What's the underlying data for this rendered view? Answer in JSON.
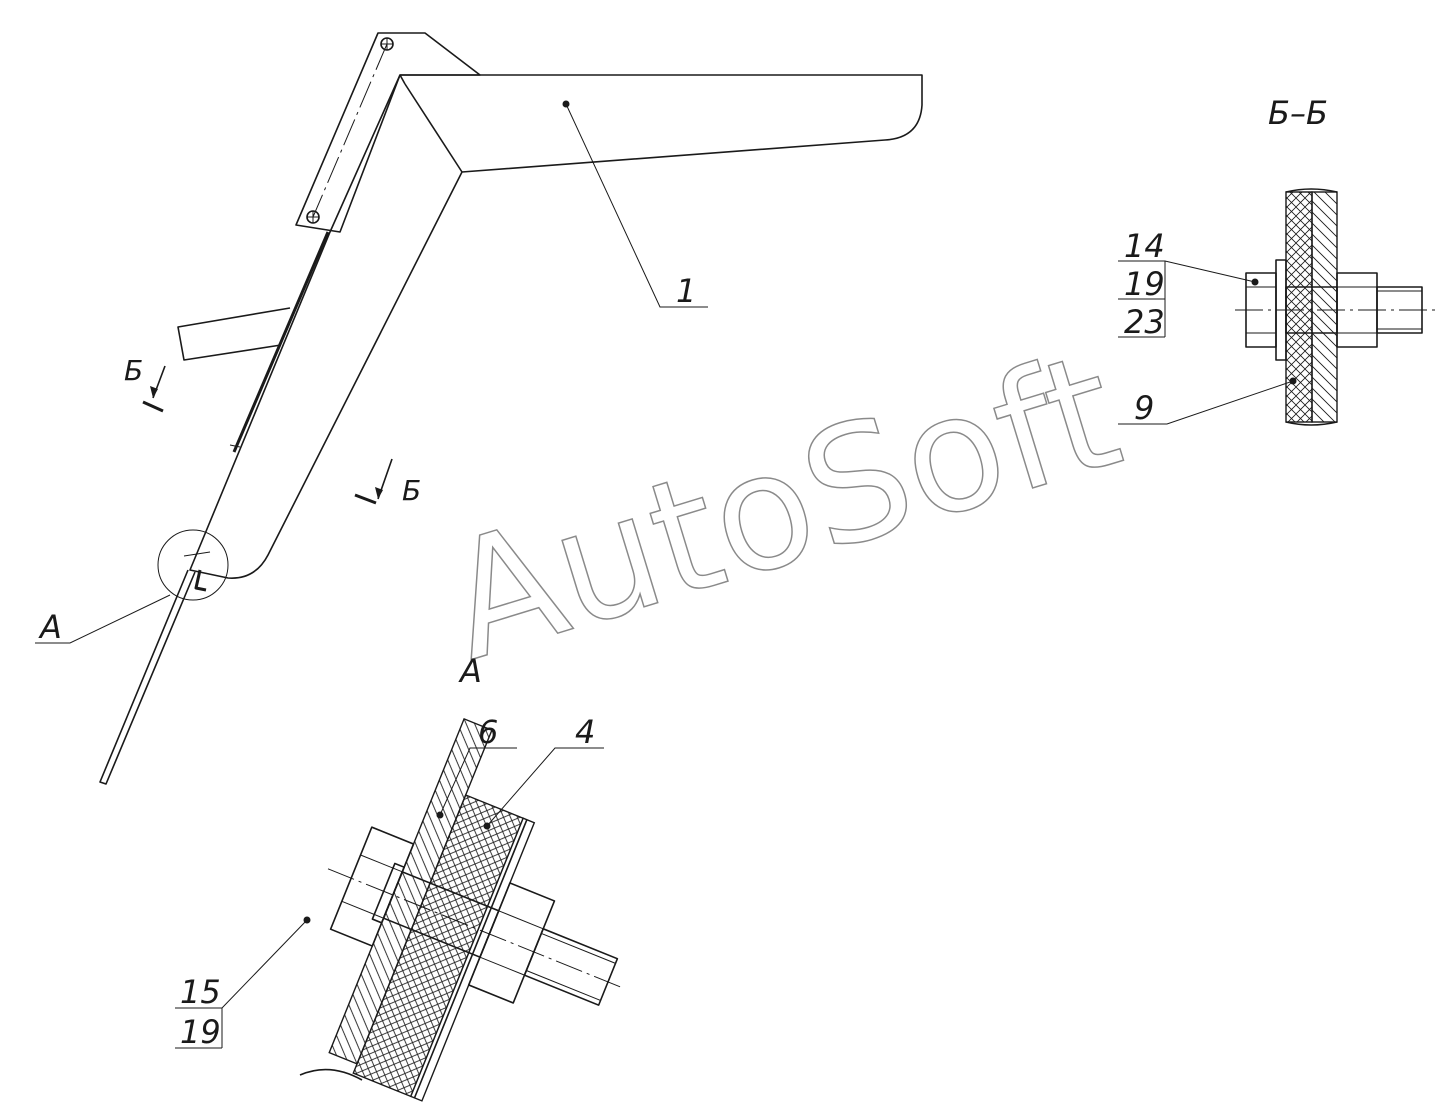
{
  "watermark": "AutoSoft",
  "labels": {
    "pos_1": "1",
    "section_bb_title": "Б–Б",
    "pos_14": "14",
    "pos_19_top": "19",
    "pos_23": "23",
    "pos_9": "9",
    "cut_b_upper": "Б",
    "cut_b_lower": "Б",
    "view_a_callout": "А",
    "detail_a_title": "А",
    "pos_6": "6",
    "pos_4": "4",
    "pos_15": "15",
    "pos_19_bottom": "19"
  },
  "colors": {
    "line": "#1a1a1a",
    "watermark": "#8a8a8a",
    "background": "#ffffff"
  }
}
